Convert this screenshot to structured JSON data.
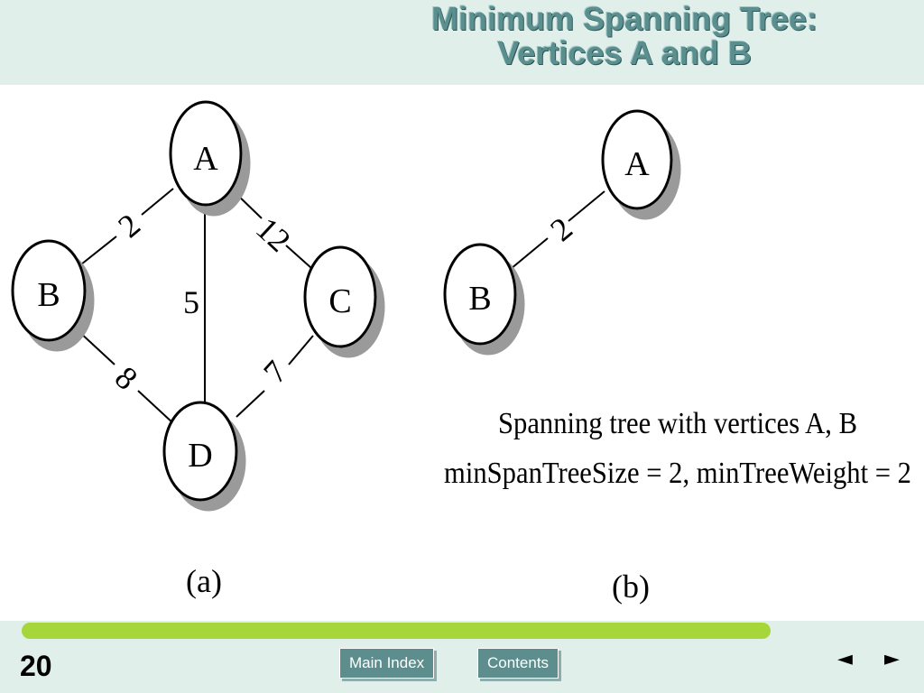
{
  "header": {
    "title_line1": "Minimum Spanning Tree:",
    "title_line2": "Vertices A and B"
  },
  "graph_a": {
    "caption": "(a)",
    "nodes": {
      "A": "A",
      "B": "B",
      "C": "C",
      "D": "D"
    },
    "weights": {
      "AB": "2",
      "AC": "12",
      "AD": "5",
      "BD": "8",
      "CD": "7"
    }
  },
  "graph_b": {
    "caption": "(b)",
    "nodes": {
      "A": "A",
      "B": "B"
    },
    "weights": {
      "AB": "2"
    },
    "description_line1": "Spanning tree with vertices A, B",
    "description_line2": "minSpanTreeSize = 2, minTreeWeight = 2"
  },
  "footer": {
    "page_number": "20",
    "main_index_label": "Main Index",
    "contents_label": "Contents",
    "prev_arrow": "◄",
    "next_arrow": "►"
  },
  "colors": {
    "header_bg": "#e0efe9",
    "title_color": "#5b8f8f",
    "progress_bar": "#a6d639",
    "button_bg": "#5d8d8d"
  },
  "icons": [
    "prev-arrow-icon",
    "next-arrow-icon"
  ]
}
